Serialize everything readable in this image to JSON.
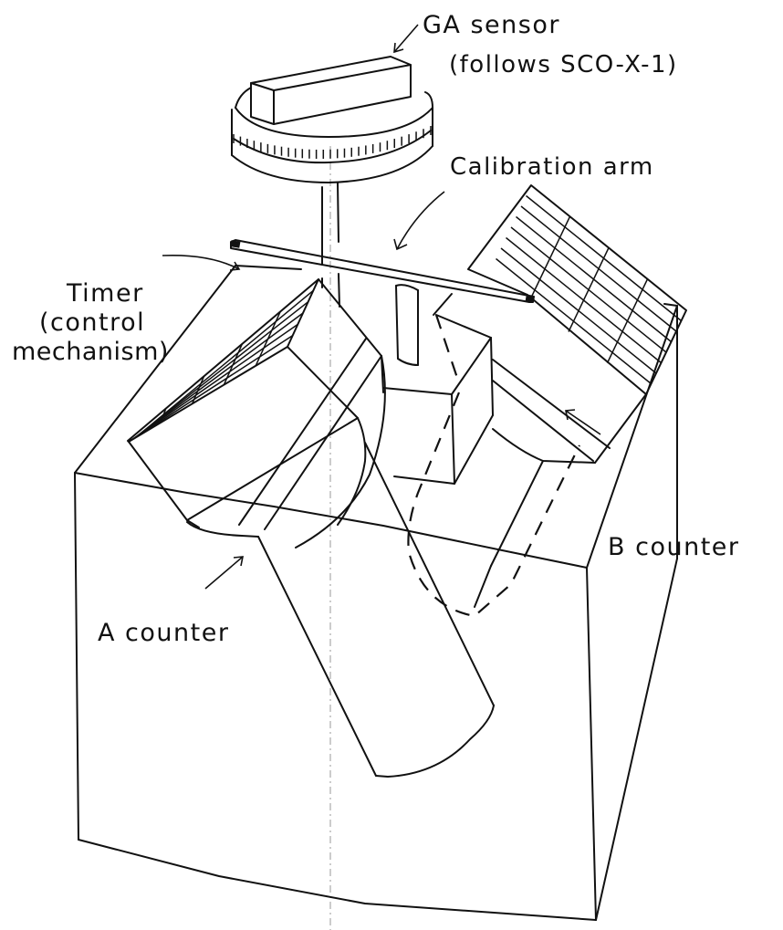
{
  "figure": {
    "type": "technical line drawing",
    "subject": "X-ray detector payload assembly"
  },
  "labels": {
    "ga_sensor": "GA sensor",
    "ga_sensor_note": "(follows SCO-X-1)",
    "calibration_arm": "Calibration arm",
    "timer_line1": "Timer",
    "timer_line2": "(control",
    "timer_line3": "mechanism)",
    "b_counter": "B counter",
    "a_counter": "A counter"
  },
  "colors": {
    "ink": "#111111",
    "background": "#ffffff",
    "centerline": "#999999"
  }
}
